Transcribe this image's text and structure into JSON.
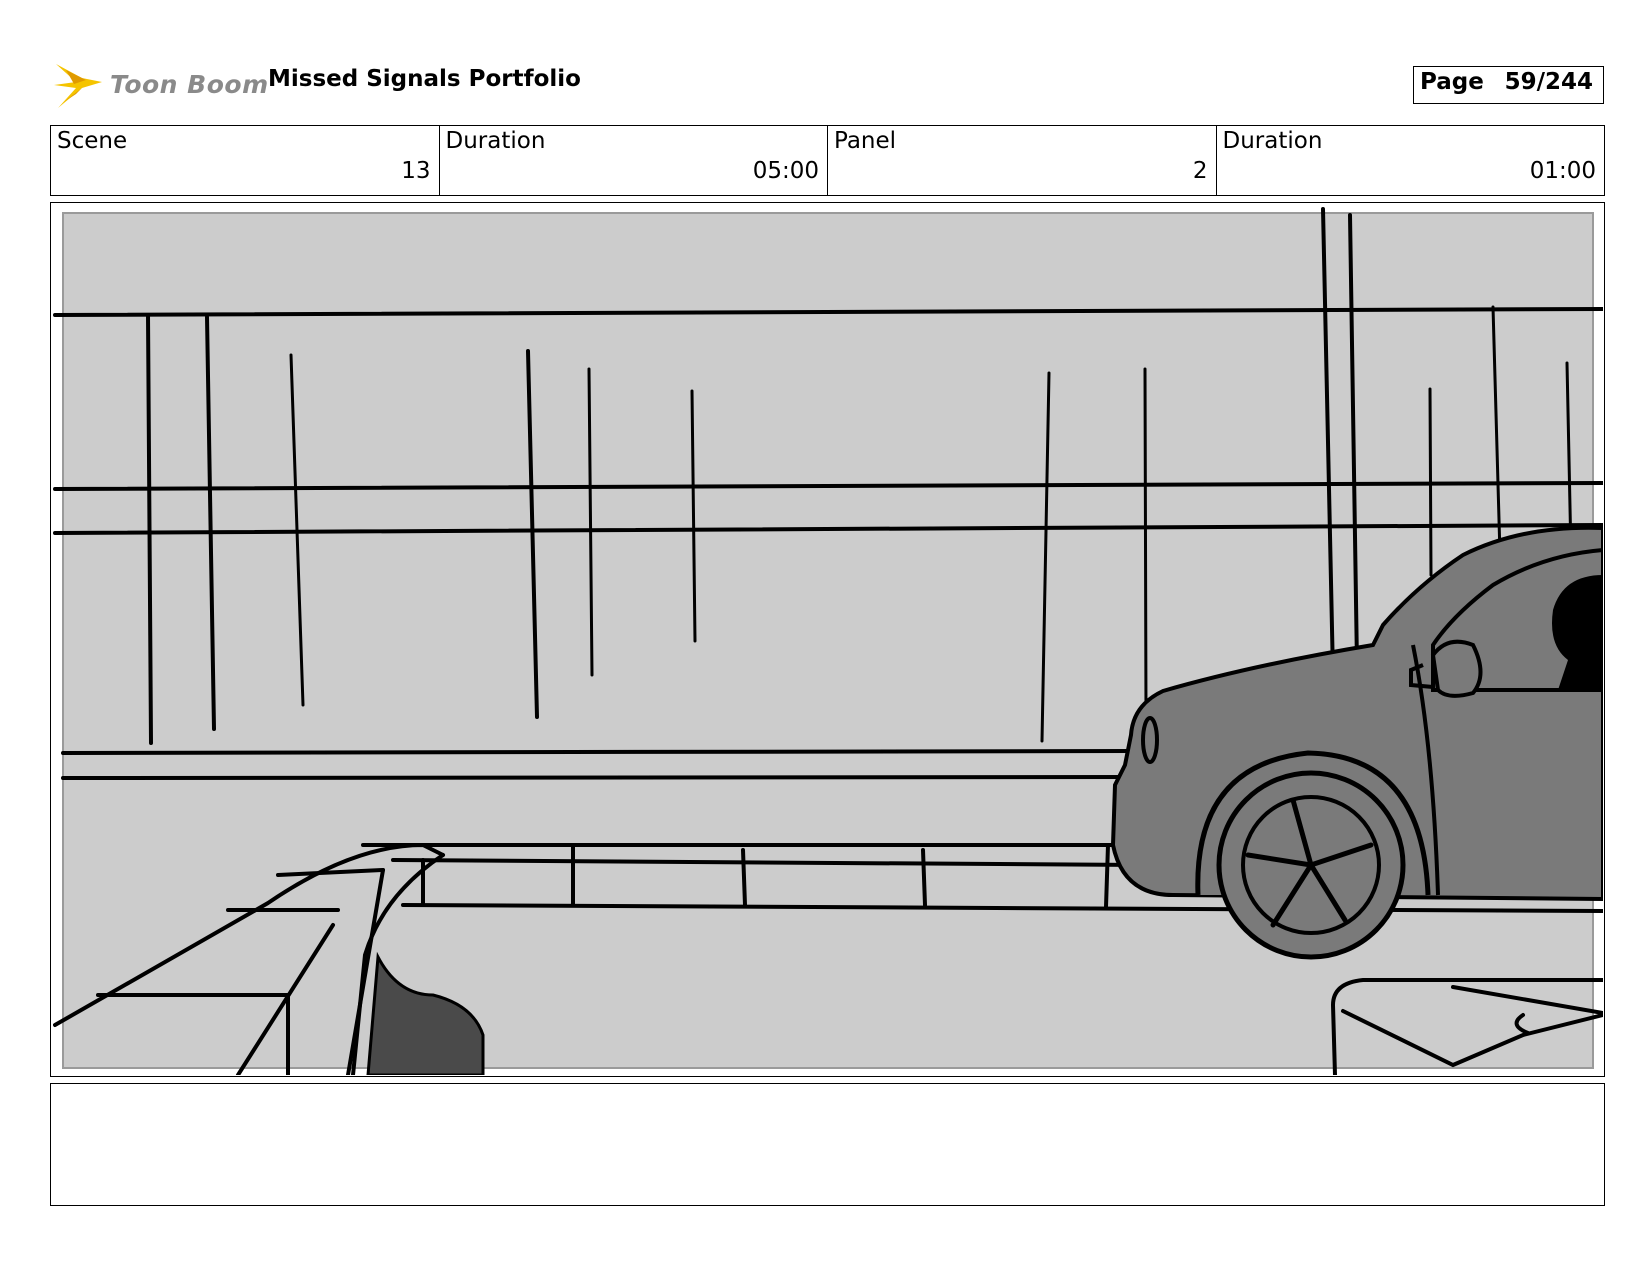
{
  "header": {
    "logo_text": "Toon Boom",
    "project_title": "Missed Signals Portfolio",
    "page_label": "Page",
    "page_value": "59/244"
  },
  "info": {
    "scene_label": "Scene",
    "scene_value": "13",
    "scene_duration_label": "Duration",
    "scene_duration_value": "05:00",
    "panel_label": "Panel",
    "panel_value": "2",
    "panel_duration_label": "Duration",
    "panel_duration_value": "01:00"
  },
  "notes": {
    "text": ""
  },
  "colors": {
    "logo_accent": "#f5c400",
    "sketch_background": "#cccccc",
    "car_body": "#7a7a7a",
    "dark_shape": "#4a4a4a"
  }
}
